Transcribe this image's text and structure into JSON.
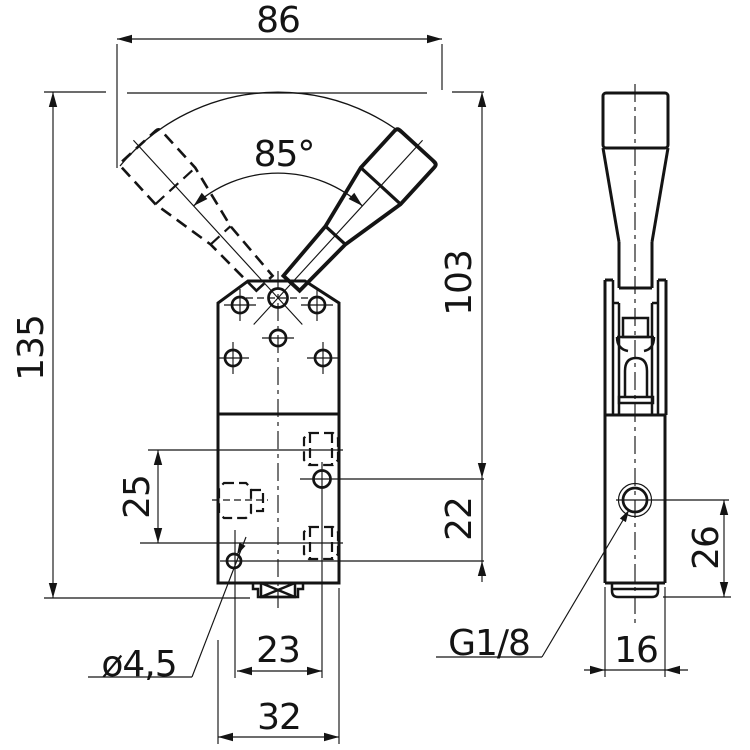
{
  "drawing": {
    "type": "technical-drawing",
    "subject": "manual lever valve, front and side views",
    "colors": {
      "line": "#141414",
      "background": "#ffffff"
    },
    "dimensions": {
      "top_width": "86",
      "swing_angle": "85°",
      "overall_height": "135",
      "lever_height": "103",
      "port_spacing": "25",
      "port_to_hole": "22",
      "hole_to_port_horiz": "23",
      "body_width": "32",
      "mount_hole_diameter": "ø4,5",
      "port_thread": "G1/8",
      "side_port_height": "26",
      "side_body_width": "16"
    }
  }
}
